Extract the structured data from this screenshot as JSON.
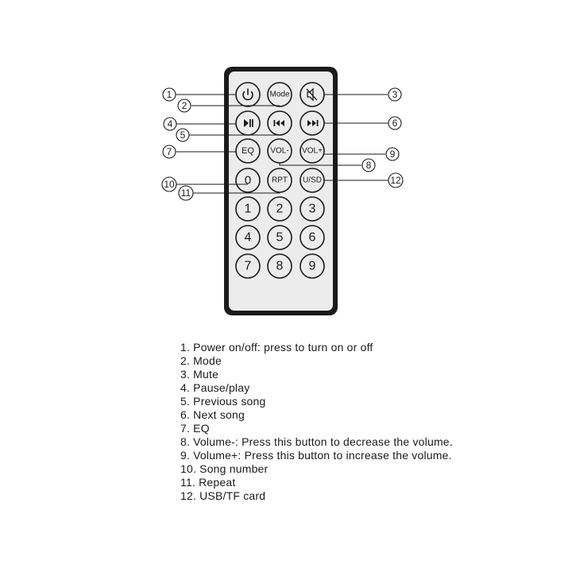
{
  "buttons": {
    "power": "",
    "mode": "Mode",
    "mute": "",
    "play_pause": "",
    "prev": "",
    "next": "",
    "eq": "EQ",
    "vol_down": "VOL-",
    "vol_up": "VOL+",
    "zero": "0",
    "rpt": "RPT",
    "usd": "U/SD",
    "digits": [
      "1",
      "2",
      "3",
      "4",
      "5",
      "6",
      "7",
      "8",
      "9"
    ]
  },
  "callouts": [
    "1",
    "2",
    "3",
    "4",
    "5",
    "6",
    "7",
    "8",
    "9",
    "10",
    "11",
    "12"
  ],
  "legend": [
    "1. Power on/off: press to turn on or off",
    "2. Mode",
    "3. Mute",
    "4. Pause/play",
    "5. Previous song",
    "6. Next song",
    "7. EQ",
    "8. Volume-: Press this button to decrease the volume.",
    "9. Volume+: Press this button to increase the volume.",
    "10. Song number",
    "11. Repeat",
    "12. USB/TF card"
  ]
}
